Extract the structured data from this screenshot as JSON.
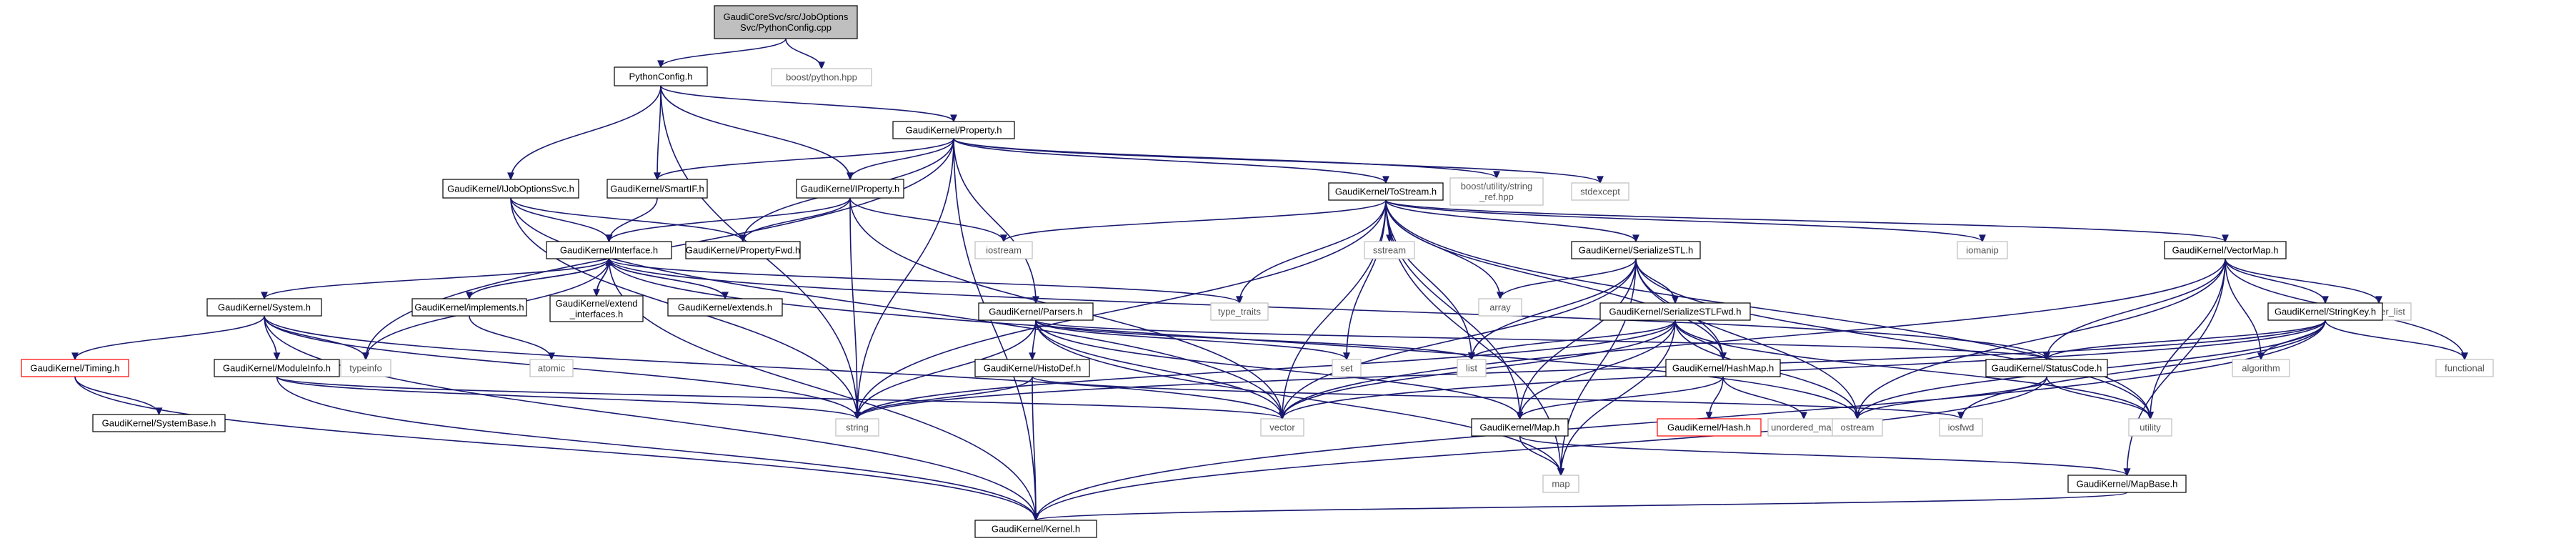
{
  "colors": {
    "edge": "#191970",
    "node_border": "#000000",
    "external_border": "#bfbfbf",
    "missing_border": "#ff0000",
    "root_fill": "#bfbfbf",
    "text": "#000000",
    "external_text": "#555555"
  },
  "nodes": [
    {
      "id": "root",
      "kind": "root",
      "lines": [
        "GaudiCoreSvc/src/JobOptions",
        "Svc/PythonConfig.cpp"
      ]
    },
    {
      "id": "pythonconfig_h",
      "kind": "normal",
      "lines": [
        "PythonConfig.h"
      ]
    },
    {
      "id": "boost_python",
      "kind": "external",
      "lines": [
        "boost/python.hpp"
      ]
    },
    {
      "id": "property_h",
      "kind": "normal",
      "lines": [
        "GaudiKernel/Property.h"
      ]
    },
    {
      "id": "ijoboptionssvc_h",
      "kind": "normal",
      "lines": [
        "GaudiKernel/IJobOptionsSvc.h"
      ]
    },
    {
      "id": "smartif_h",
      "kind": "normal",
      "lines": [
        "GaudiKernel/SmartIF.h"
      ]
    },
    {
      "id": "iproperty_h",
      "kind": "normal",
      "lines": [
        "GaudiKernel/IProperty.h"
      ]
    },
    {
      "id": "tostream_h",
      "kind": "normal",
      "lines": [
        "GaudiKernel/ToStream.h"
      ]
    },
    {
      "id": "boost_string_ref",
      "kind": "external",
      "lines": [
        "boost/utility/string",
        "_ref.hpp"
      ]
    },
    {
      "id": "stdexcept",
      "kind": "external",
      "lines": [
        "stdexcept"
      ]
    },
    {
      "id": "interface_h",
      "kind": "normal",
      "lines": [
        "GaudiKernel/Interface.h"
      ]
    },
    {
      "id": "propertyfwd_h",
      "kind": "normal",
      "lines": [
        "GaudiKernel/PropertyFwd.h"
      ]
    },
    {
      "id": "iostream",
      "kind": "external",
      "lines": [
        "iostream"
      ]
    },
    {
      "id": "sstream",
      "kind": "external",
      "lines": [
        "sstream"
      ]
    },
    {
      "id": "serializestl_h",
      "kind": "normal",
      "lines": [
        "GaudiKernel/SerializeSTL.h"
      ]
    },
    {
      "id": "iomanip",
      "kind": "external",
      "lines": [
        "iomanip"
      ]
    },
    {
      "id": "vectormap_h",
      "kind": "normal",
      "lines": [
        "GaudiKernel/VectorMap.h"
      ]
    },
    {
      "id": "system_h",
      "kind": "normal",
      "lines": [
        "GaudiKernel/System.h"
      ]
    },
    {
      "id": "implements_h",
      "kind": "normal",
      "lines": [
        "GaudiKernel/implements.h"
      ]
    },
    {
      "id": "extend_interfaces_h",
      "kind": "normal",
      "lines": [
        "GaudiKernel/extend",
        "_interfaces.h"
      ]
    },
    {
      "id": "extends_h",
      "kind": "normal",
      "lines": [
        "GaudiKernel/extends.h"
      ]
    },
    {
      "id": "type_traits",
      "kind": "external",
      "lines": [
        "type_traits"
      ]
    },
    {
      "id": "parsers_h",
      "kind": "normal",
      "lines": [
        "GaudiKernel/Parsers.h"
      ]
    },
    {
      "id": "array",
      "kind": "external",
      "lines": [
        "array"
      ]
    },
    {
      "id": "serializestlfwd_h",
      "kind": "normal",
      "lines": [
        "GaudiKernel/SerializeSTLFwd.h"
      ]
    },
    {
      "id": "initializer_list",
      "kind": "external",
      "lines": [
        "initializer_list"
      ]
    },
    {
      "id": "stringkey_h",
      "kind": "normal",
      "lines": [
        "GaudiKernel/StringKey.h"
      ]
    },
    {
      "id": "timing_h",
      "kind": "missing",
      "lines": [
        "GaudiKernel/Timing.h"
      ]
    },
    {
      "id": "typeinfo",
      "kind": "external",
      "lines": [
        "typeinfo"
      ]
    },
    {
      "id": "atomic",
      "kind": "external",
      "lines": [
        "atomic"
      ]
    },
    {
      "id": "moduleinfo_h",
      "kind": "normal",
      "lines": [
        "GaudiKernel/ModuleInfo.h"
      ]
    },
    {
      "id": "set",
      "kind": "external",
      "lines": [
        "set"
      ]
    },
    {
      "id": "list",
      "kind": "external",
      "lines": [
        "list"
      ]
    },
    {
      "id": "histodef_h",
      "kind": "normal",
      "lines": [
        "GaudiKernel/HistoDef.h"
      ]
    },
    {
      "id": "hashmap_h",
      "kind": "normal",
      "lines": [
        "GaudiKernel/HashMap.h"
      ]
    },
    {
      "id": "statuscode_h",
      "kind": "normal",
      "lines": [
        "GaudiKernel/StatusCode.h"
      ]
    },
    {
      "id": "algorithm",
      "kind": "external",
      "lines": [
        "algorithm"
      ]
    },
    {
      "id": "functional",
      "kind": "external",
      "lines": [
        "functional"
      ]
    },
    {
      "id": "systembase_h",
      "kind": "normal",
      "lines": [
        "GaudiKernel/SystemBase.h"
      ]
    },
    {
      "id": "string",
      "kind": "external",
      "lines": [
        "string"
      ]
    },
    {
      "id": "vector",
      "kind": "external",
      "lines": [
        "vector"
      ]
    },
    {
      "id": "map_h",
      "kind": "normal",
      "lines": [
        "GaudiKernel/Map.h"
      ]
    },
    {
      "id": "hash_h",
      "kind": "missing",
      "lines": [
        "GaudiKernel/Hash.h"
      ]
    },
    {
      "id": "unordered_map",
      "kind": "external",
      "lines": [
        "unordered_map"
      ]
    },
    {
      "id": "ostream",
      "kind": "external",
      "lines": [
        "ostream"
      ]
    },
    {
      "id": "iosfwd",
      "kind": "external",
      "lines": [
        "iosfwd"
      ]
    },
    {
      "id": "utility",
      "kind": "external",
      "lines": [
        "utility"
      ]
    },
    {
      "id": "map",
      "kind": "external",
      "lines": [
        "map"
      ]
    },
    {
      "id": "mapbase_h",
      "kind": "normal",
      "lines": [
        "GaudiKernel/MapBase.h"
      ]
    },
    {
      "id": "kernel_h",
      "kind": "normal",
      "lines": [
        "GaudiKernel/Kernel.h"
      ]
    }
  ],
  "edges": [
    [
      "root",
      "pythonconfig_h"
    ],
    [
      "root",
      "boost_python"
    ],
    [
      "pythonconfig_h",
      "property_h"
    ],
    [
      "pythonconfig_h",
      "ijoboptionssvc_h"
    ],
    [
      "pythonconfig_h",
      "smartif_h"
    ],
    [
      "pythonconfig_h",
      "iproperty_h"
    ],
    [
      "pythonconfig_h",
      "string"
    ],
    [
      "property_h",
      "smartif_h"
    ],
    [
      "property_h",
      "iproperty_h"
    ],
    [
      "property_h",
      "tostream_h"
    ],
    [
      "property_h",
      "boost_string_ref"
    ],
    [
      "property_h",
      "stdexcept"
    ],
    [
      "property_h",
      "propertyfwd_h"
    ],
    [
      "property_h",
      "parsers_h"
    ],
    [
      "property_h",
      "typeinfo"
    ],
    [
      "property_h",
      "string"
    ],
    [
      "property_h",
      "kernel_h"
    ],
    [
      "ijoboptionssvc_h",
      "interface_h"
    ],
    [
      "ijoboptionssvc_h",
      "propertyfwd_h"
    ],
    [
      "ijoboptionssvc_h",
      "string"
    ],
    [
      "ijoboptionssvc_h",
      "vector"
    ],
    [
      "smartif_h",
      "interface_h"
    ],
    [
      "iproperty_h",
      "interface_h"
    ],
    [
      "iproperty_h",
      "propertyfwd_h"
    ],
    [
      "iproperty_h",
      "iostream"
    ],
    [
      "iproperty_h",
      "string"
    ],
    [
      "iproperty_h",
      "vector"
    ],
    [
      "tostream_h",
      "iostream"
    ],
    [
      "tostream_h",
      "sstream"
    ],
    [
      "tostream_h",
      "iomanip"
    ],
    [
      "tostream_h",
      "serializestl_h"
    ],
    [
      "tostream_h",
      "vectormap_h"
    ],
    [
      "tostream_h",
      "type_traits"
    ],
    [
      "tostream_h",
      "array"
    ],
    [
      "tostream_h",
      "set"
    ],
    [
      "tostream_h",
      "list"
    ],
    [
      "tostream_h",
      "hashmap_h"
    ],
    [
      "tostream_h",
      "string"
    ],
    [
      "tostream_h",
      "vector"
    ],
    [
      "tostream_h",
      "map_h"
    ],
    [
      "tostream_h",
      "map"
    ],
    [
      "tostream_h",
      "utility"
    ],
    [
      "interface_h",
      "system_h"
    ],
    [
      "interface_h",
      "implements_h"
    ],
    [
      "interface_h",
      "extend_interfaces_h"
    ],
    [
      "interface_h",
      "extends_h"
    ],
    [
      "interface_h",
      "type_traits"
    ],
    [
      "interface_h",
      "typeinfo"
    ],
    [
      "interface_h",
      "statuscode_h"
    ],
    [
      "interface_h",
      "ostream"
    ],
    [
      "interface_h",
      "kernel_h"
    ],
    [
      "implements_h",
      "interface_h"
    ],
    [
      "implements_h",
      "atomic"
    ],
    [
      "extend_interfaces_h",
      "interface_h"
    ],
    [
      "extends_h",
      "interface_h"
    ],
    [
      "system_h",
      "timing_h"
    ],
    [
      "system_h",
      "moduleinfo_h"
    ],
    [
      "system_h",
      "typeinfo"
    ],
    [
      "system_h",
      "string"
    ],
    [
      "system_h",
      "vector"
    ],
    [
      "system_h",
      "kernel_h"
    ],
    [
      "timing_h",
      "systembase_h"
    ],
    [
      "timing_h",
      "kernel_h"
    ],
    [
      "moduleinfo_h",
      "string"
    ],
    [
      "moduleinfo_h",
      "vector"
    ],
    [
      "moduleinfo_h",
      "kernel_h"
    ],
    [
      "parsers_h",
      "histodef_h"
    ],
    [
      "parsers_h",
      "statuscode_h"
    ],
    [
      "parsers_h",
      "set"
    ],
    [
      "parsers_h",
      "list"
    ],
    [
      "parsers_h",
      "string"
    ],
    [
      "parsers_h",
      "vector"
    ],
    [
      "parsers_h",
      "map_h"
    ],
    [
      "parsers_h",
      "map"
    ],
    [
      "histodef_h",
      "string"
    ],
    [
      "histodef_h",
      "iosfwd"
    ],
    [
      "histodef_h",
      "kernel_h"
    ],
    [
      "serializestl_h",
      "serializestlfwd_h"
    ],
    [
      "serializestl_h",
      "array"
    ],
    [
      "serializestl_h",
      "list"
    ],
    [
      "serializestl_h",
      "hashmap_h"
    ],
    [
      "serializestl_h",
      "map_h"
    ],
    [
      "serializestl_h",
      "vector"
    ],
    [
      "serializestl_h",
      "ostream"
    ],
    [
      "serializestl_h",
      "map"
    ],
    [
      "serializestl_h",
      "utility"
    ],
    [
      "serializestlfwd_h",
      "hashmap_h"
    ],
    [
      "serializestlfwd_h",
      "map_h"
    ],
    [
      "serializestlfwd_h",
      "list"
    ],
    [
      "serializestlfwd_h",
      "vector"
    ],
    [
      "serializestlfwd_h",
      "map"
    ],
    [
      "serializestlfwd_h",
      "utility"
    ],
    [
      "serializestlfwd_h",
      "string"
    ],
    [
      "serializestlfwd_h",
      "ostream"
    ],
    [
      "hashmap_h",
      "map_h"
    ],
    [
      "hashmap_h",
      "hash_h"
    ],
    [
      "hashmap_h",
      "unordered_map"
    ],
    [
      "map_h",
      "map"
    ],
    [
      "map_h",
      "mapbase_h"
    ],
    [
      "mapbase_h",
      "kernel_h"
    ],
    [
      "vectormap_h",
      "statuscode_h"
    ],
    [
      "vectormap_h",
      "stringkey_h"
    ],
    [
      "vectormap_h",
      "initializer_list"
    ],
    [
      "vectormap_h",
      "algorithm"
    ],
    [
      "vectormap_h",
      "functional"
    ],
    [
      "vectormap_h",
      "ostream"
    ],
    [
      "vectormap_h",
      "utility"
    ],
    [
      "vectormap_h",
      "vector"
    ],
    [
      "vectormap_h",
      "mapbase_h"
    ],
    [
      "stringkey_h",
      "statuscode_h"
    ],
    [
      "stringkey_h",
      "algorithm"
    ],
    [
      "stringkey_h",
      "functional"
    ],
    [
      "stringkey_h",
      "string"
    ],
    [
      "stringkey_h",
      "vector"
    ],
    [
      "stringkey_h",
      "iosfwd"
    ],
    [
      "stringkey_h",
      "ostream"
    ],
    [
      "stringkey_h",
      "kernel_h"
    ],
    [
      "statuscode_h",
      "ostream"
    ],
    [
      "statuscode_h",
      "utility"
    ],
    [
      "statuscode_h",
      "kernel_h"
    ]
  ]
}
